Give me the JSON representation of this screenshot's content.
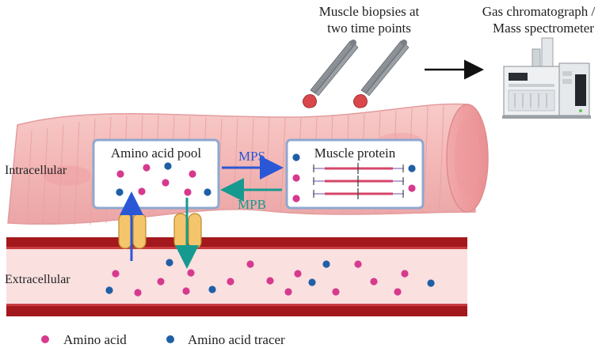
{
  "labels": {
    "biopsies_line1": "Muscle biopsies at",
    "biopsies_line2": "two time points",
    "instrument_line1": "Gas chromatograph /",
    "instrument_line2": "Mass spectrometer",
    "intracellular": "Intracellular",
    "extracellular": "Extracellular",
    "amino_acid_pool": "Amino acid pool",
    "muscle_protein": "Muscle protein",
    "mps": "MPS",
    "mpb": "MPB"
  },
  "legend": {
    "amino_acid": "Amino acid",
    "amino_acid_tracer": "Amino acid tracer"
  },
  "colors": {
    "amino_acid": "#d63a8e",
    "tracer": "#1f5fa6",
    "mps_arrow": "#2a57d6",
    "mpb_arrow": "#169a8f",
    "fiber": "#f4bcbc",
    "vessel_wall": "#a3181c",
    "vessel_lumen": "#fbe0e0",
    "transporter": "#f5c56b"
  },
  "icons": [
    "forceps-icon",
    "forceps-icon",
    "arrow-right-icon",
    "gc-ms-instrument-icon",
    "transporter-icon",
    "myofibril-icon"
  ]
}
